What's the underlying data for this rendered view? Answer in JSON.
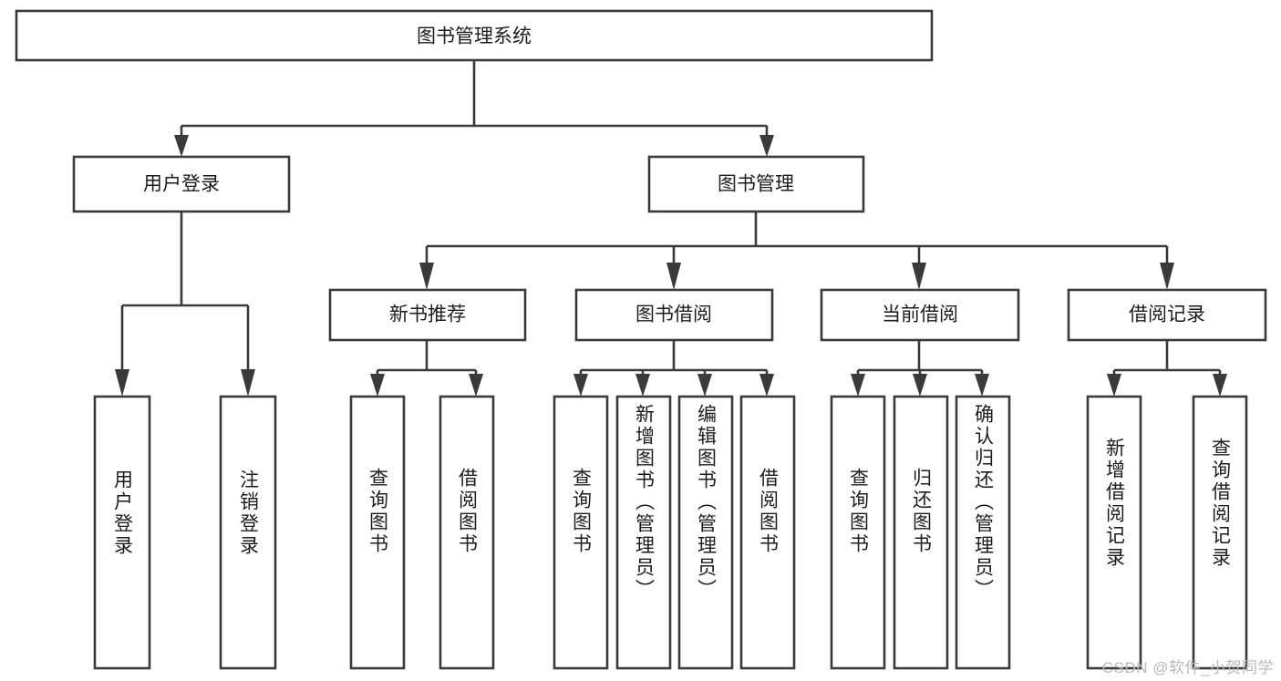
{
  "diagram": {
    "title": "图书管理系统",
    "type": "hierarchy-tree",
    "watermark": "CSDN @软件_小贺同学",
    "colors": {
      "stroke": "#3a3a3a",
      "box_fill": "#ffffff",
      "text": "#1c1c1c",
      "background": "#ffffff",
      "watermark": "#b9b9b9"
    },
    "root": {
      "label": "图书管理系统"
    },
    "level2": [
      {
        "id": "user-login",
        "label": "用户登录"
      },
      {
        "id": "book-management",
        "label": "图书管理"
      }
    ],
    "level3": [
      {
        "id": "new-book-recommend",
        "label": "新书推荐"
      },
      {
        "id": "book-borrow",
        "label": "图书借阅"
      },
      {
        "id": "current-borrow",
        "label": "当前借阅"
      },
      {
        "id": "borrow-record",
        "label": "借阅记录"
      }
    ],
    "leaves": [
      {
        "id": "leaf-user-login",
        "label": "用户登录",
        "parent": "user-login"
      },
      {
        "id": "leaf-logout-login",
        "label": "注销登录",
        "parent": "user-login"
      },
      {
        "id": "leaf-query-book-1",
        "label": "查询图书",
        "parent": "new-book-recommend"
      },
      {
        "id": "leaf-borrow-book-1",
        "label": "借阅图书",
        "parent": "new-book-recommend"
      },
      {
        "id": "leaf-query-book-2",
        "label": "查询图书",
        "parent": "book-borrow"
      },
      {
        "id": "leaf-add-book",
        "label": "新增图书（管理员）",
        "parent": "book-borrow"
      },
      {
        "id": "leaf-edit-book",
        "label": "编辑图书（管理员）",
        "parent": "book-borrow"
      },
      {
        "id": "leaf-borrow-book-2",
        "label": "借阅图书",
        "parent": "book-borrow"
      },
      {
        "id": "leaf-query-book-3",
        "label": "查询图书",
        "parent": "current-borrow"
      },
      {
        "id": "leaf-return-book",
        "label": "归还图书",
        "parent": "current-borrow"
      },
      {
        "id": "leaf-confirm-return",
        "label": "确认归还（管理员）",
        "parent": "current-borrow"
      },
      {
        "id": "leaf-add-record",
        "label": "新增借阅记录",
        "parent": "borrow-record"
      },
      {
        "id": "leaf-query-record",
        "label": "查询借阅记录",
        "parent": "borrow-record"
      }
    ]
  }
}
